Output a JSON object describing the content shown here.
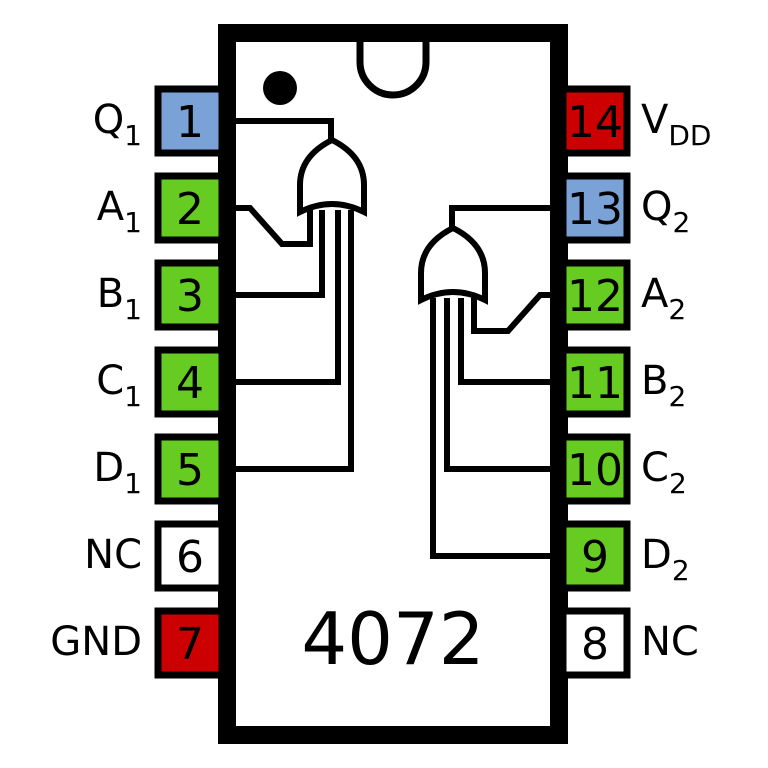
{
  "chip": {
    "part_number": "4072",
    "body_color": "#ffffff",
    "outline_color": "#000000"
  },
  "pin_colors": {
    "output": "#7ba2d6",
    "input": "#66cc22",
    "power": "#cc0000",
    "nc": "#ffffff"
  },
  "pins": [
    {
      "num": "1",
      "label": "Q",
      "sub": "1",
      "type": "output"
    },
    {
      "num": "2",
      "label": "A",
      "sub": "1",
      "type": "input"
    },
    {
      "num": "3",
      "label": "B",
      "sub": "1",
      "type": "input"
    },
    {
      "num": "4",
      "label": "C",
      "sub": "1",
      "type": "input"
    },
    {
      "num": "5",
      "label": "D",
      "sub": "1",
      "type": "input"
    },
    {
      "num": "6",
      "label": "NC",
      "sub": "",
      "type": "nc"
    },
    {
      "num": "7",
      "label": "GND",
      "sub": "",
      "type": "power"
    },
    {
      "num": "8",
      "label": "NC",
      "sub": "",
      "type": "nc"
    },
    {
      "num": "9",
      "label": "D",
      "sub": "2",
      "type": "input"
    },
    {
      "num": "10",
      "label": "C",
      "sub": "2",
      "type": "input"
    },
    {
      "num": "11",
      "label": "B",
      "sub": "2",
      "type": "input"
    },
    {
      "num": "12",
      "label": "A",
      "sub": "2",
      "type": "input"
    },
    {
      "num": "13",
      "label": "Q",
      "sub": "2",
      "type": "output"
    },
    {
      "num": "14",
      "label": "V",
      "sub": "DD",
      "type": "power"
    }
  ]
}
